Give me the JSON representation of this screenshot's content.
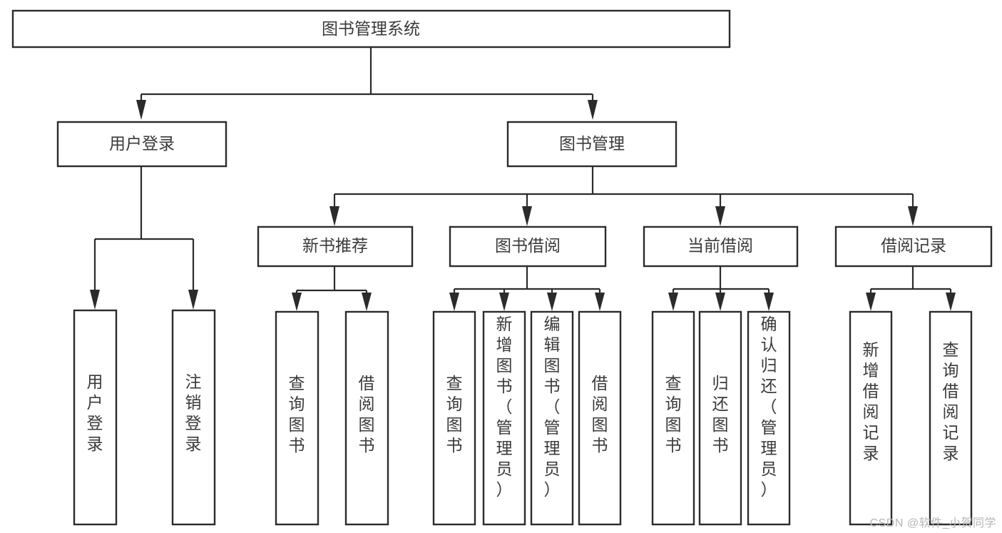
{
  "diagram": {
    "type": "tree",
    "title": "图书管理系统",
    "orientation": "top-down",
    "watermark": "CSDN @软件_小贺同学",
    "colors": {
      "box_fill": "#ffffff",
      "box_stroke": "#2b2b2b",
      "text": "#3a3a3a",
      "background": "#ffffff",
      "watermark": "#b7b7b7"
    },
    "root": {
      "label": "图书管理系统"
    },
    "level2": [
      {
        "label": "用户登录"
      },
      {
        "label": "图书管理"
      }
    ],
    "level3": [
      {
        "label": "新书推荐"
      },
      {
        "label": "图书借阅"
      },
      {
        "label": "当前借阅"
      },
      {
        "label": "借阅记录"
      }
    ],
    "leaves": {
      "user_login": [
        {
          "label": "用户登录"
        },
        {
          "label": "注销登录"
        }
      ],
      "new_book_recommend": [
        {
          "label": "查询图书"
        },
        {
          "label": "借阅图书"
        }
      ],
      "book_borrow": [
        {
          "label": "查询图书"
        },
        {
          "label": "新增图书（管理员）"
        },
        {
          "label": "编辑图书（管理员）"
        },
        {
          "label": "借阅图书"
        }
      ],
      "current_borrow": [
        {
          "label": "查询图书"
        },
        {
          "label": "归还图书"
        },
        {
          "label": "确认归还（管理员）"
        }
      ],
      "borrow_record": [
        {
          "label": "新增借阅记录"
        },
        {
          "label": "查询借阅记录"
        }
      ]
    }
  }
}
